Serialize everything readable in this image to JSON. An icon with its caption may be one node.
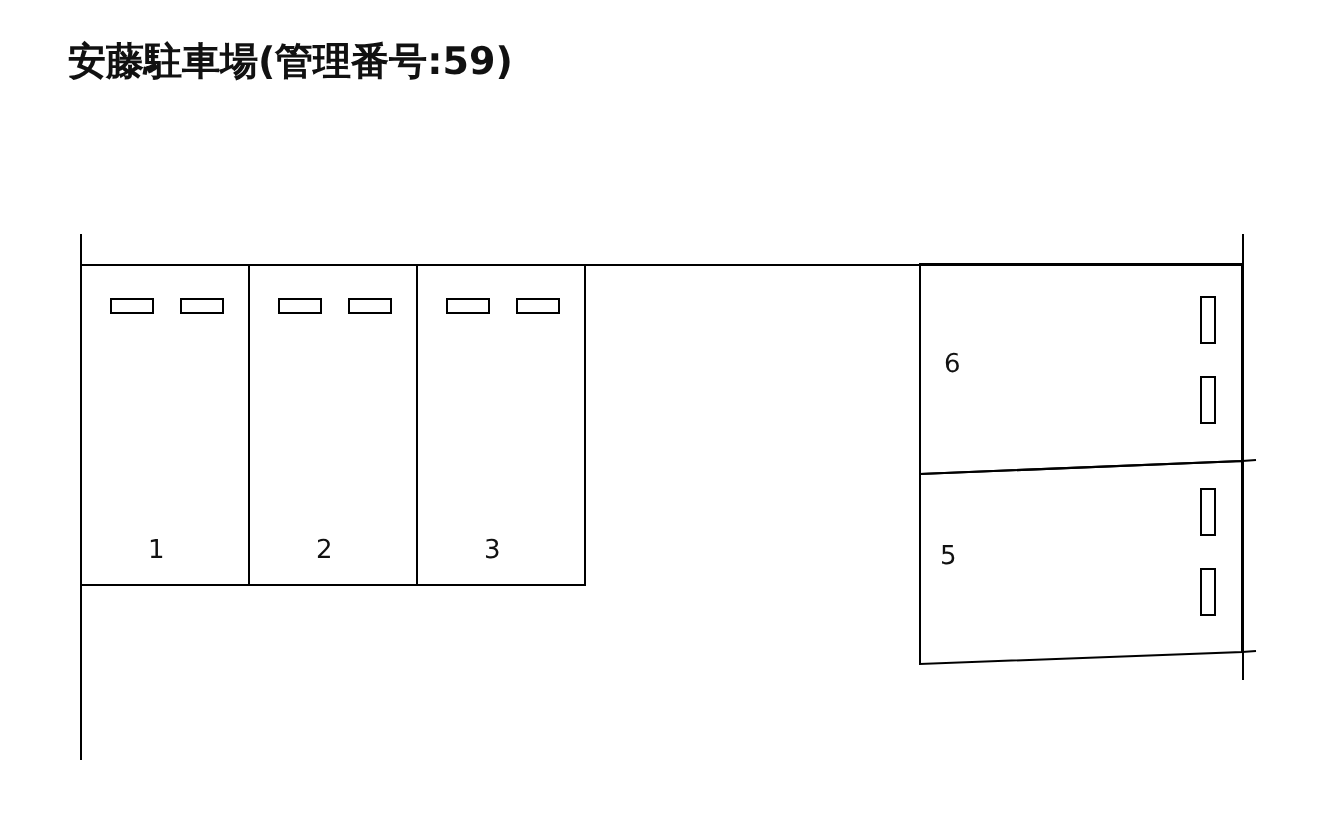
{
  "diagram": {
    "title": "安藤駐車場(管理番号:59)",
    "nodes": [
      {
        "text": [
          "1"
        ]
      },
      {
        "text": [
          "2"
        ]
      },
      {
        "text": [
          "3"
        ]
      },
      {
        "text": [
          "6"
        ]
      },
      {
        "text": [
          "5"
        ]
      }
    ],
    "edges": []
  }
}
